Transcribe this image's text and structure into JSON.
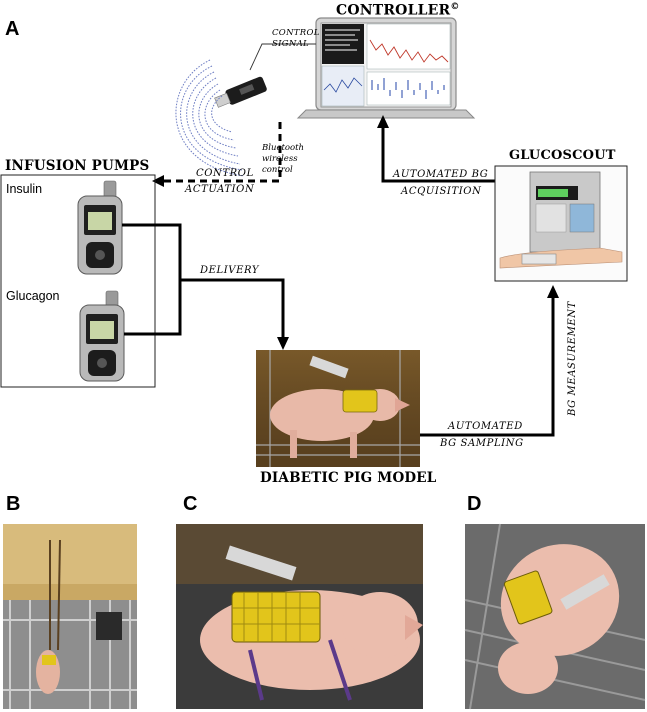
{
  "panels": {
    "A": "A",
    "B": "B",
    "C": "C",
    "D": "D"
  },
  "controller": {
    "title": "CONTROLLER",
    "symbol": "©",
    "signal_label_line1": "CONTROL",
    "signal_label_line2": "SIGNAL"
  },
  "bluetooth": {
    "line1": "Bluetooth",
    "line2": "wireless",
    "line3": "control"
  },
  "infusion_pumps": {
    "title": "INFUSION PUMPS",
    "insulin": "Insulin",
    "glucagon": "Glucagon"
  },
  "control_actuation": {
    "line1": "CONTROL",
    "line2": "ACTUATION"
  },
  "glucoscout": {
    "title": "GLUCOSCOUT"
  },
  "automated_bg_acquisition": {
    "line1": "AUTOMATED  BG",
    "line2": "ACQUISITION"
  },
  "delivery": {
    "label": "DELIVERY"
  },
  "bg_measurement": {
    "label": "BG  MEASUREMENT"
  },
  "bg_sampling": {
    "line1": "AUTOMATED",
    "line2": "BG SAMPLING"
  },
  "pig_model": {
    "title": "DIABETIC PIG MODEL"
  },
  "colors": {
    "arrow": "#000000",
    "bluetooth_waves": "#6f7fc4",
    "pump_body": "#b9b9b9",
    "harness": "#e2c51b",
    "pig_skin": "#e8b9a8",
    "barn_wall": "#c9a864"
  }
}
